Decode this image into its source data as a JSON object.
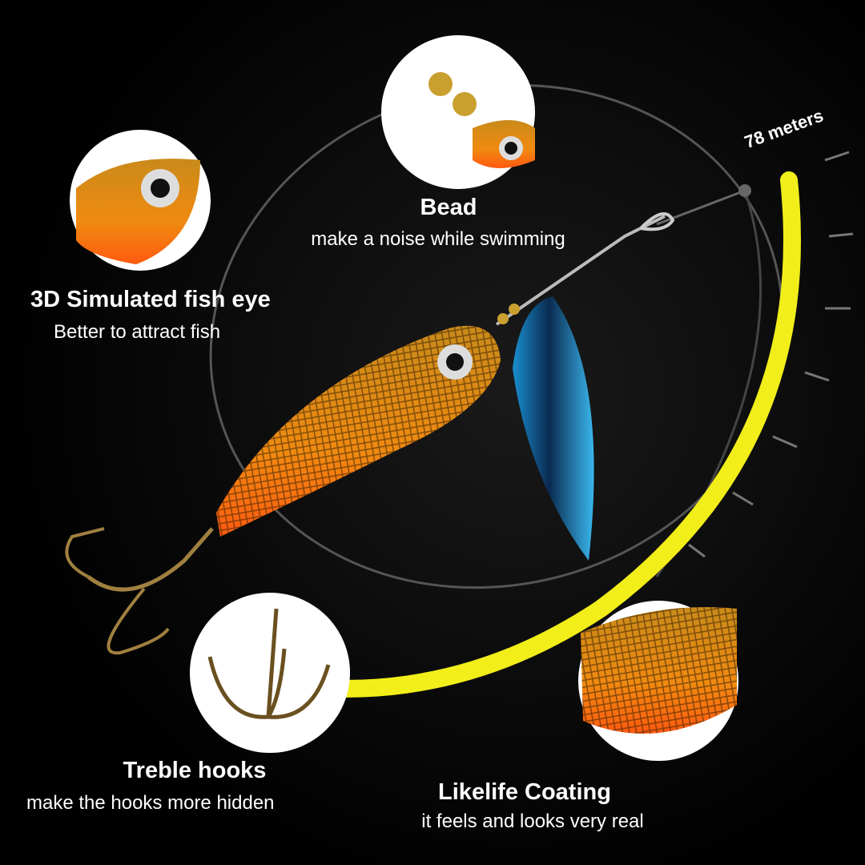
{
  "distance_label": "78 meters",
  "features": [
    {
      "title": "Bead",
      "subtitle": "make a noise while swimming"
    },
    {
      "title": "3D Simulated fish eye",
      "subtitle": "Better to attract fish"
    },
    {
      "title": "Treble hooks",
      "subtitle": "make the hooks more hidden"
    },
    {
      "title": "Likelife Coating",
      "subtitle": "it feels and looks very real"
    }
  ],
  "colors": {
    "line": "#f2ee1a",
    "body": "#f07a10",
    "blade": "#2aa6e0",
    "background": "#000000"
  }
}
